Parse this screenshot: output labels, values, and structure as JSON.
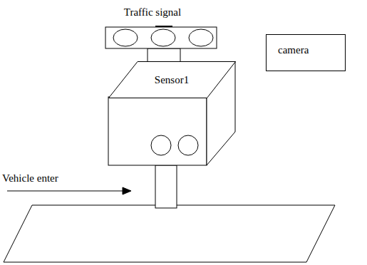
{
  "diagram": {
    "nodes": [
      {
        "text": [
          "camera"
        ]
      },
      {
        "text": [
          "Sensor1"
        ]
      }
    ],
    "labels": [
      "Traffic signal",
      "Vehicle enter"
    ]
  }
}
